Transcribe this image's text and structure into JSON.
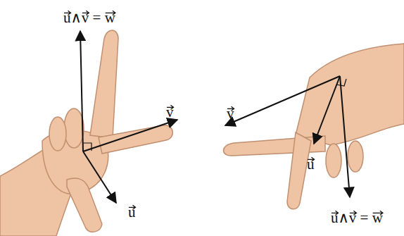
{
  "diagram": {
    "labels": [
      "u∧v = w",
      "v",
      "u",
      "v",
      "u",
      "u∧v = w"
    ]
  }
}
